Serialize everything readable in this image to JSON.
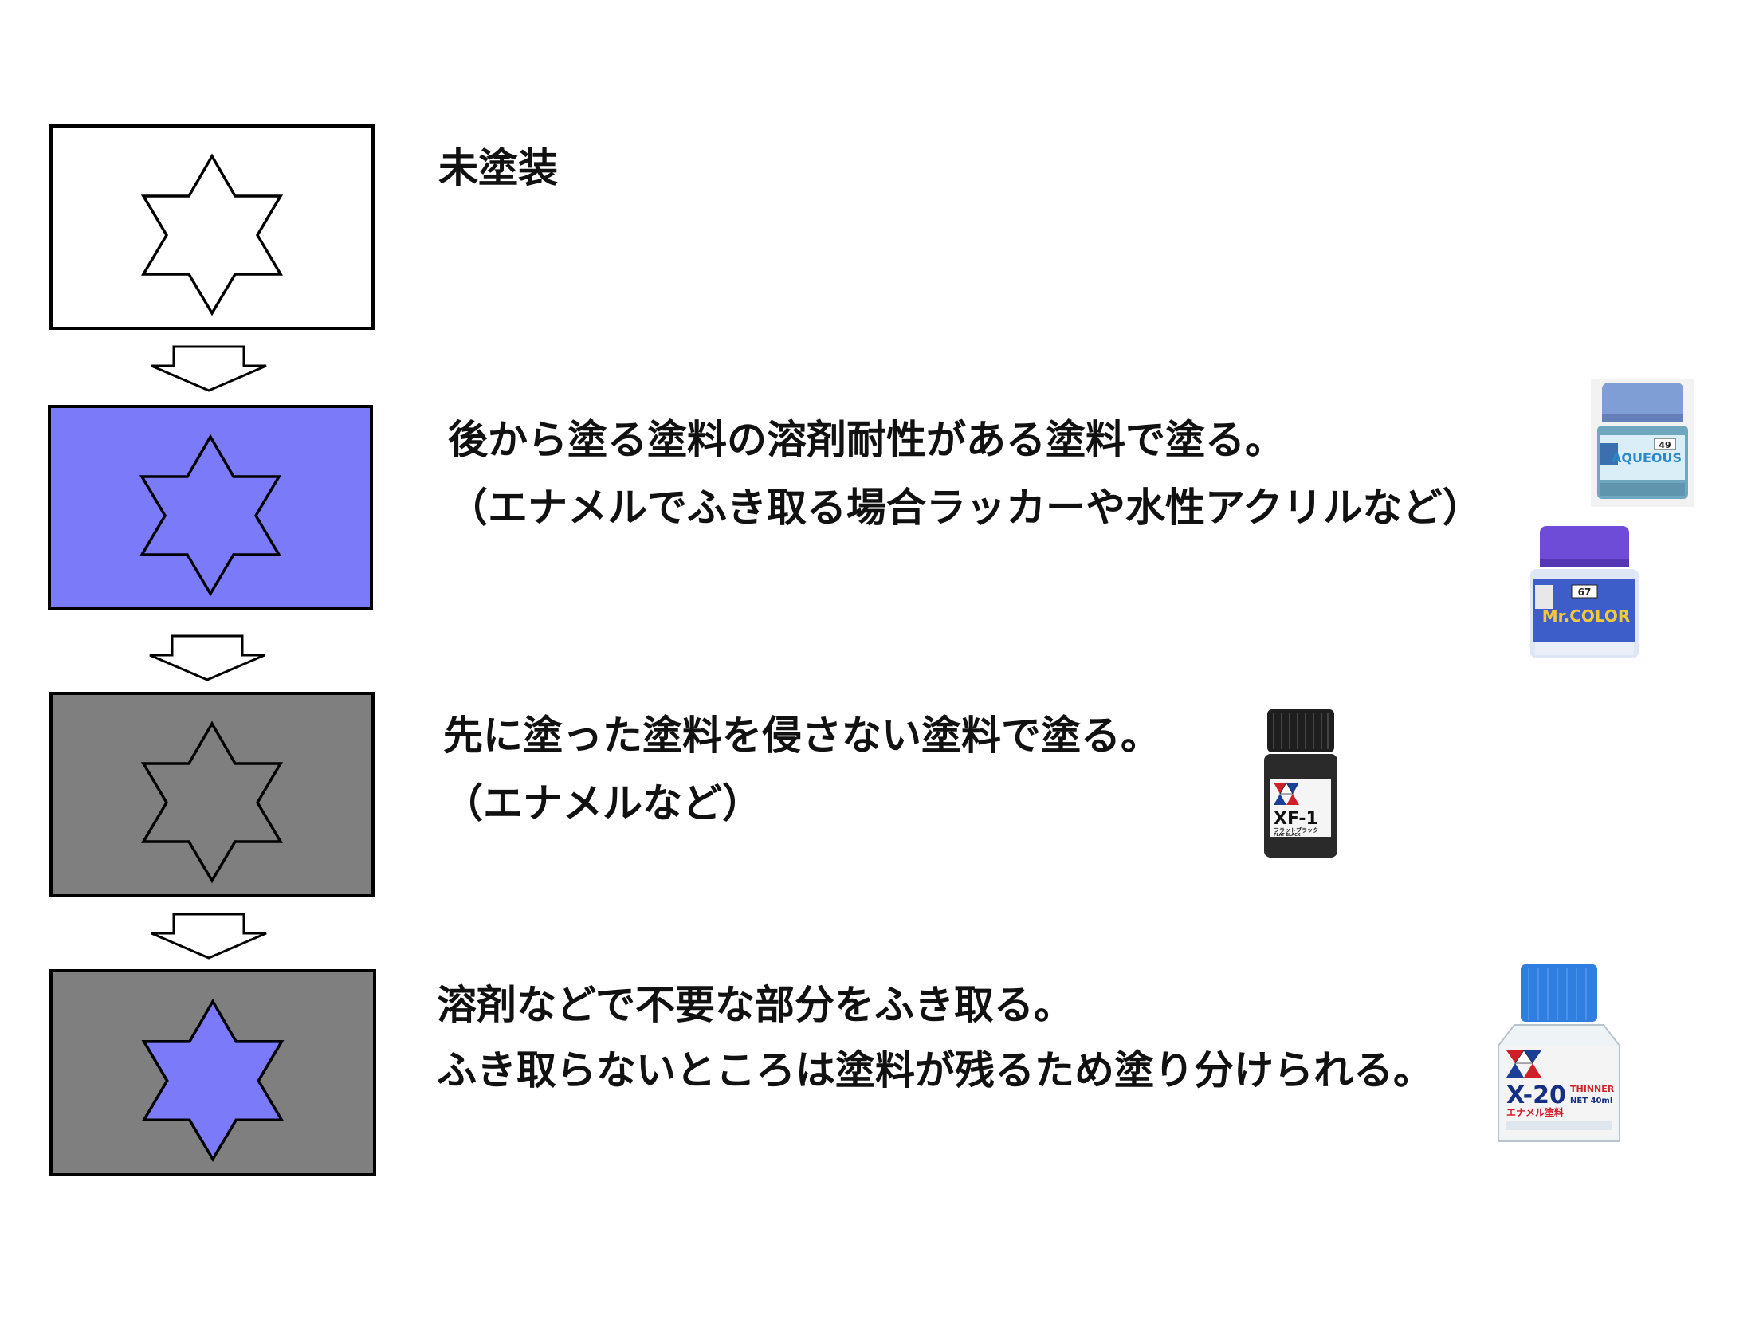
{
  "steps": [
    {
      "title": "未塗装",
      "lines": [],
      "panel_color": "#ffffff",
      "star_color": "#ffffff"
    },
    {
      "lines": [
        "後から塗る塗料の溶剤耐性がある塗料で塗る。",
        "（エナメルでふき取る場合ラッカーや水性アクリルなど）"
      ],
      "panel_color": "#7b7bfa",
      "star_color": "#7b7bfa"
    },
    {
      "lines": [
        "先に塗った塗料を侵さない塗料で塗る。",
        "（エナメルなど）"
      ],
      "panel_color": "#7f7f7f",
      "star_color": "#7f7f7f"
    },
    {
      "lines": [
        "溶剤などで不要な部分をふき取る。",
        "ふき取らないところは塗料が残るため塗り分けられる。"
      ],
      "panel_color": "#7f7f7f",
      "star_color": "#7b7bfa"
    }
  ],
  "products": {
    "aqueous": {
      "brand": "AQUEOUS",
      "number": "49",
      "cap_color": "#7f9ed6",
      "body_color": "#6fa7bf",
      "icon": "paint-jar-icon"
    },
    "mrcolor": {
      "brand": "Mr.COLOR",
      "number": "67",
      "cap_color": "#6f4cd8",
      "body_color": "#3d5ec9",
      "icon": "paint-jar-icon"
    },
    "xf1": {
      "brand": "XF-1",
      "sub": "フラットブラック",
      "sub2": "FLAT BLACK",
      "cap_color": "#1e1e1e",
      "body_color": "#2a2a2a",
      "icon": "paint-jar-icon"
    },
    "x20": {
      "brand": "X-20",
      "thinner": "THINNER",
      "volume": "NET 40ml",
      "sub": "エナメル塗料",
      "cap_color": "#2f7ee0",
      "body_color": "#f4f4f4",
      "icon": "thinner-bottle-icon"
    }
  }
}
